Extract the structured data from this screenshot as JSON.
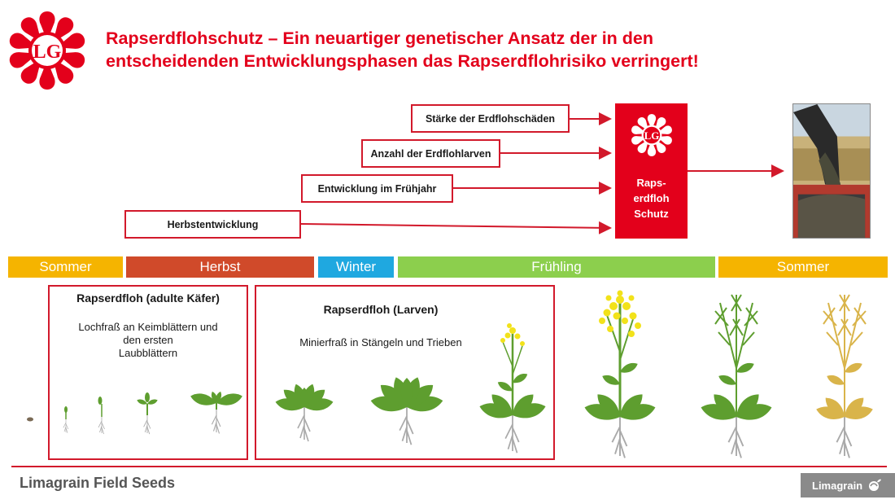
{
  "header": {
    "logo_text": "LG",
    "title_line1": "Rapserdflohschutz – Ein neuartiger genetischer Ansatz der in den",
    "title_line2": "entscheidenden Entwicklungsphasen das Rapserdflohrisiko verringert!"
  },
  "factors": [
    "Stärke der Erdflohschäden",
    "Anzahl der Erdflohlarven",
    "Entwicklung im Frühjahr",
    "Herbstentwicklung"
  ],
  "target_box": {
    "logo_text": "LG",
    "line1": "Raps-",
    "line2": "erdfloh",
    "line3": "Schutz"
  },
  "seasons": [
    {
      "label": "Sommer",
      "color": "#f5b400"
    },
    {
      "label": "Herbst",
      "color": "#d04a2a"
    },
    {
      "label": "Winter",
      "color": "#1fa8e0"
    },
    {
      "label": "Frühling",
      "color": "#8ccf4d"
    },
    {
      "label": "Sommer",
      "color": "#f5b400"
    }
  ],
  "panels": {
    "adult": {
      "title": "Rapserdfloh (adulte Käfer)",
      "desc_line1": "Lochfraß an Keimblättern und",
      "desc_line2": "den ersten",
      "desc_line3": "Laubblättern"
    },
    "larvae": {
      "title": "Rapserdfloh (Larven)",
      "desc": "Minierfraß in Stängeln und Trieben"
    }
  },
  "footer": {
    "company": "Limagrain Field Seeds",
    "badge": "Limagrain"
  },
  "colors": {
    "brand_red": "#e3001b",
    "frame_red": "#d2192b",
    "leaf_green": "#5e9e2f",
    "flower_yellow": "#f2e21a",
    "ripe_gold": "#d9b44a"
  }
}
